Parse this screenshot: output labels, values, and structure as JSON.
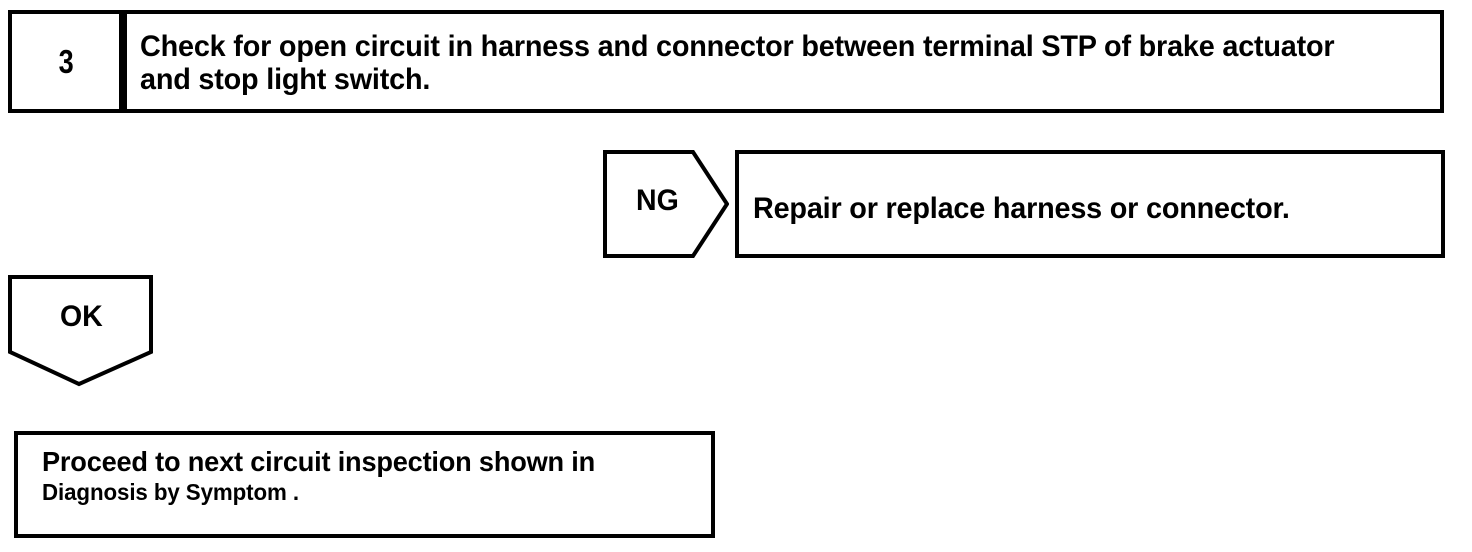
{
  "flowchart": {
    "step": {
      "number": "3",
      "instruction": "Check for open circuit in harness and connector between terminal STP of brake actuator and stop light switch."
    },
    "branches": [
      {
        "label": "NG",
        "shape": "pentagon-right",
        "result": "Repair or replace harness or connector."
      },
      {
        "label": "OK",
        "shape": "pentagon-down",
        "result_line1": "Proceed to next circuit inspection shown in",
        "result_line2": "Diagnosis by Symptom ."
      }
    ],
    "colors": {
      "stroke": "#000000",
      "fill": "#ffffff",
      "text": "#000000"
    }
  }
}
